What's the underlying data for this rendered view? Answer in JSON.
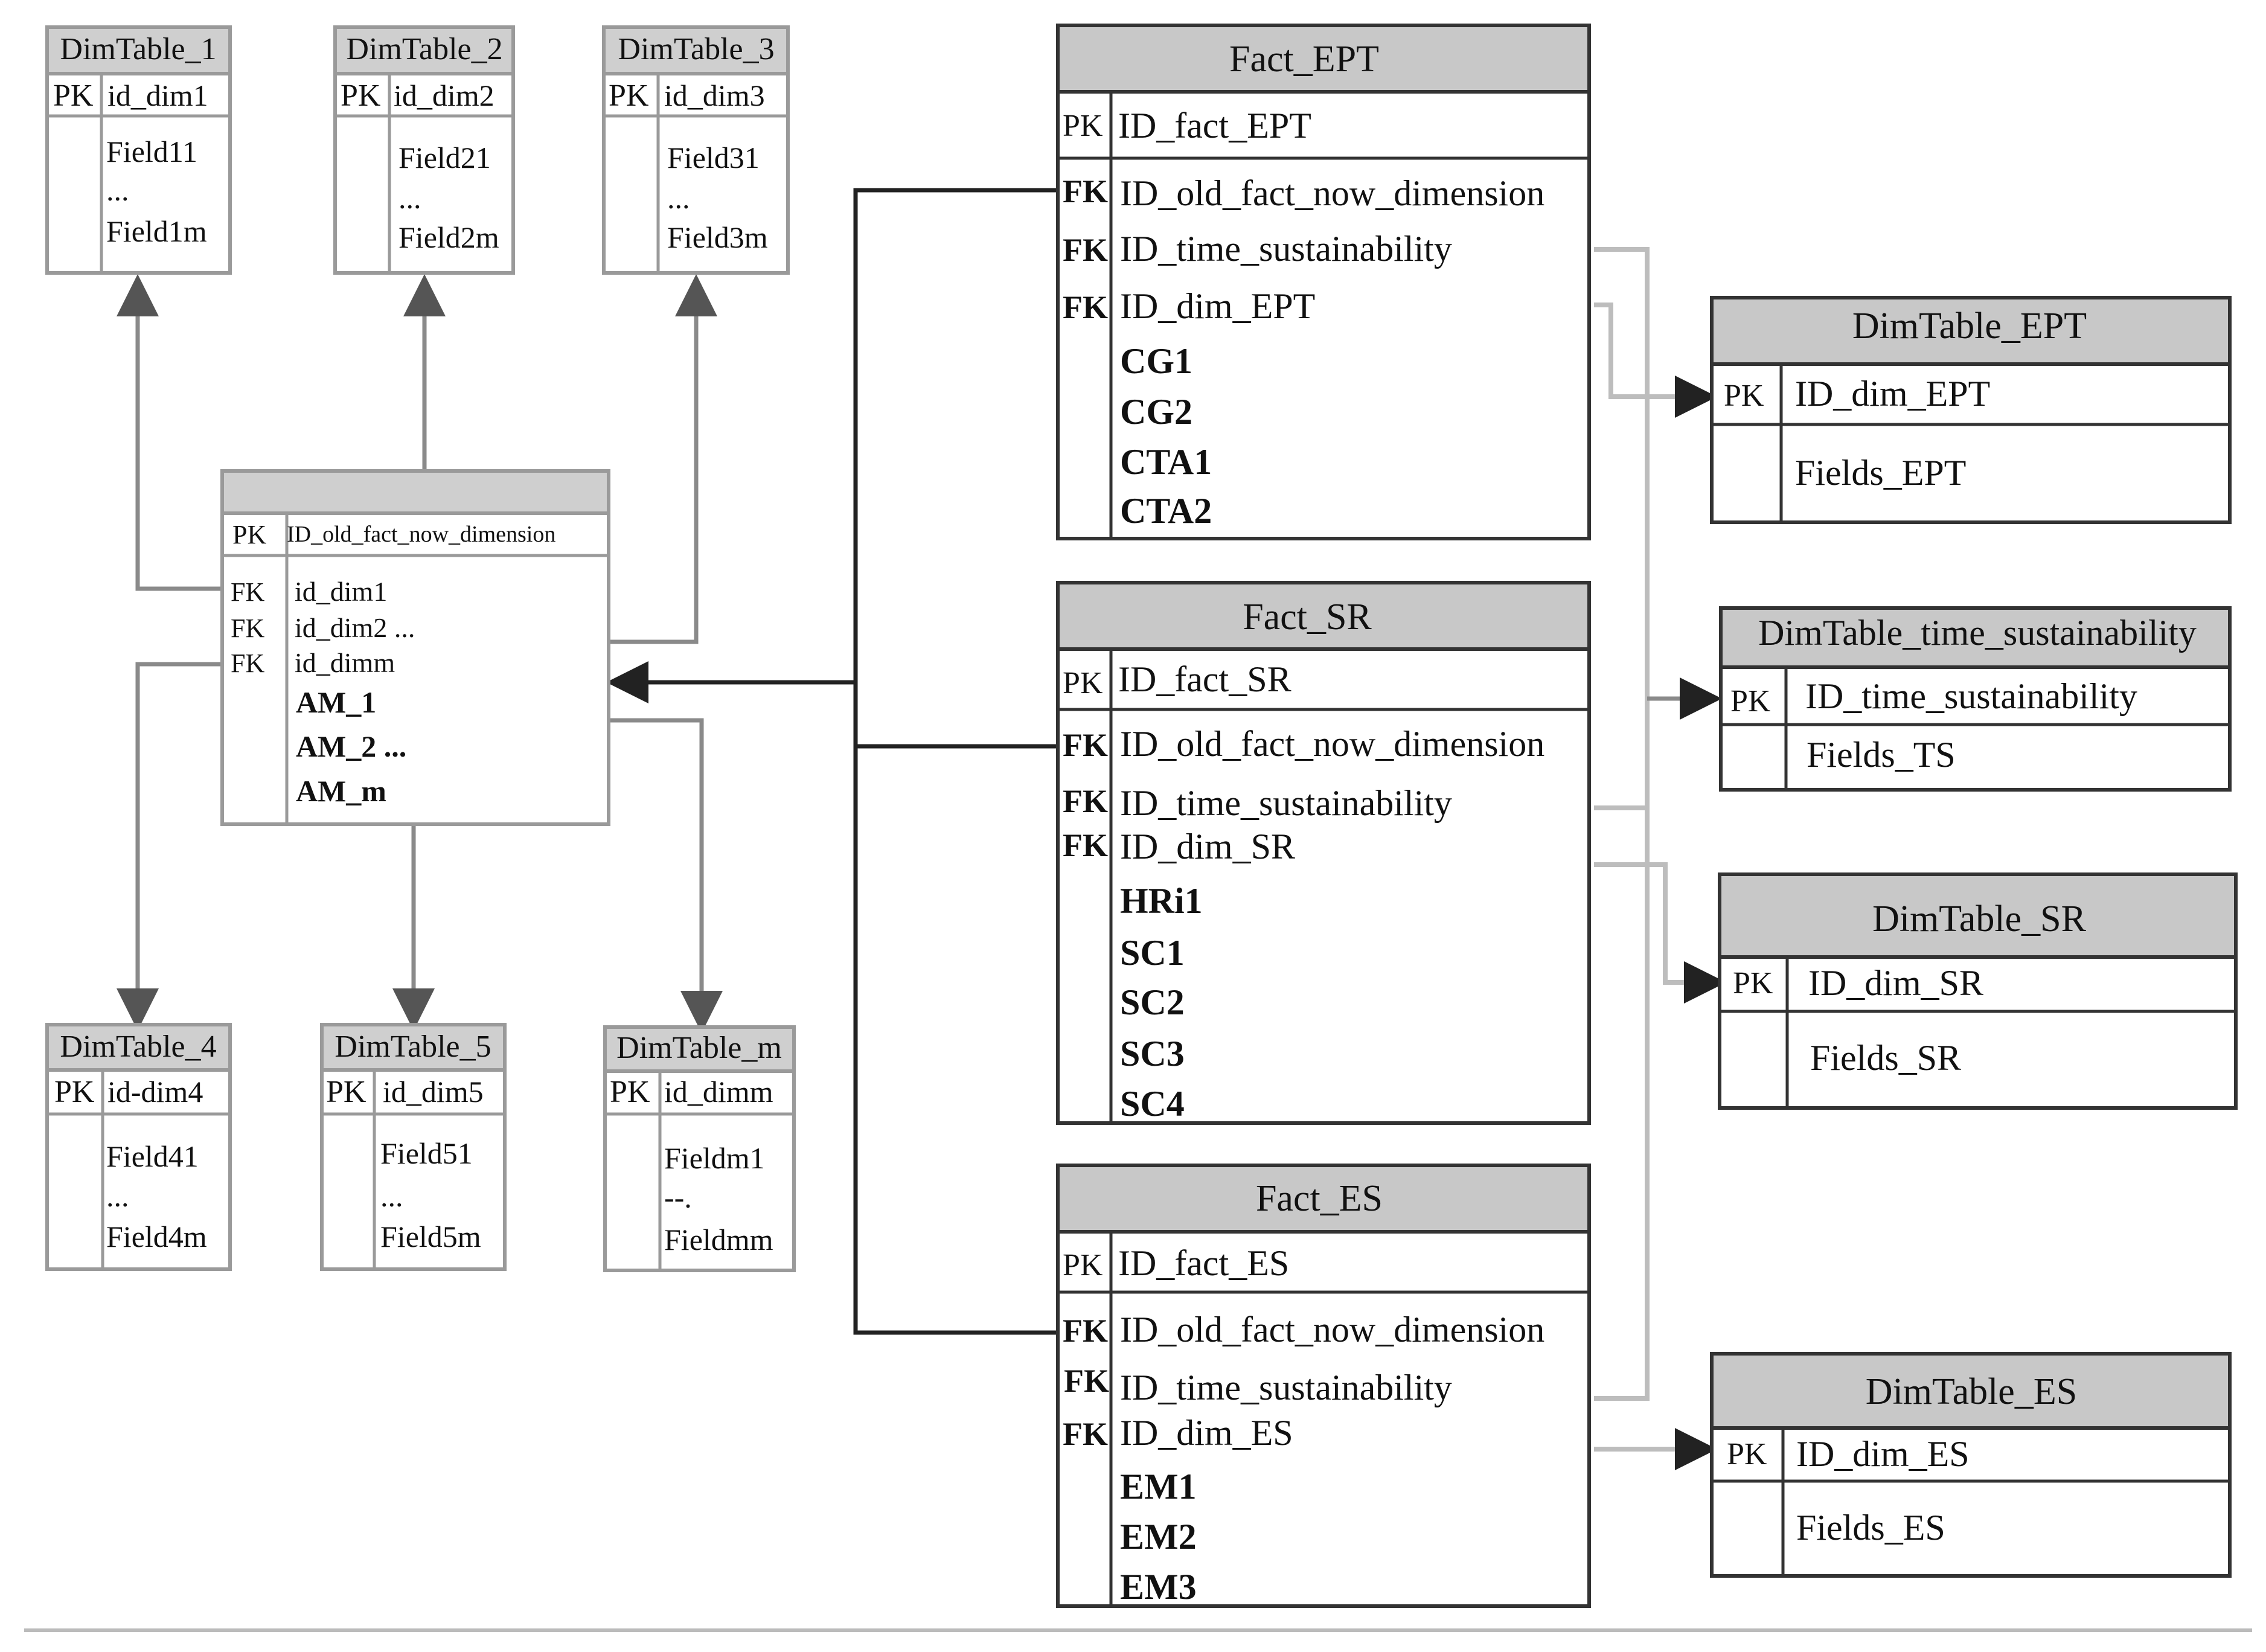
{
  "dim_tables_top": [
    {
      "title": "DimTable_1",
      "pk": "PK",
      "pk_field": "id_dim1",
      "fields": [
        "Field11",
        "...",
        "Field1m"
      ]
    },
    {
      "title": "DimTable_2",
      "pk": "PK",
      "pk_field": "id_dim2",
      "fields": [
        "Field21",
        "...",
        "Field2m"
      ]
    },
    {
      "title": "DimTable_3",
      "pk": "PK",
      "pk_field": "id_dim3",
      "fields": [
        "Field31",
        "...",
        "Field3m"
      ]
    }
  ],
  "dim_tables_bottom": [
    {
      "title": "DimTable_4",
      "pk": "PK",
      "pk_field": "id-dim4",
      "fields": [
        "Field41",
        "...",
        "Field4m"
      ]
    },
    {
      "title": "DimTable_5",
      "pk": "PK",
      "pk_field": "id_dim5",
      "fields": [
        "Field51",
        "...",
        "Field5m"
      ]
    },
    {
      "title": "DimTable_m",
      "pk": "PK",
      "pk_field": "id_dimm",
      "fields": [
        "Fieldm1",
        "--.",
        "Fieldmm"
      ]
    }
  ],
  "center_table": {
    "title": "",
    "pk": "PK",
    "pk_field": "ID_old_fact_now_dimension",
    "fk_labels": [
      "FK",
      "FK",
      "FK"
    ],
    "fk_fields": [
      "id_dim1",
      "id_dim2 ...",
      "id_dimm"
    ],
    "measures": [
      "AM_1",
      "AM_2 ...",
      "AM_m"
    ]
  },
  "fact_tables": [
    {
      "title": "Fact_EPT",
      "pk": "PK",
      "pk_field": "ID_fact_EPT",
      "fk_labels": [
        "FK",
        "FK",
        "FK"
      ],
      "fk_fields": [
        "ID_old_fact_now_dimension",
        "ID_time_sustainability",
        "ID_dim_EPT"
      ],
      "measures": [
        "CG1",
        "CG2",
        "CTA1",
        "CTA2"
      ]
    },
    {
      "title": "Fact_SR",
      "pk": "PK",
      "pk_field": "ID_fact_SR",
      "fk_labels": [
        "FK",
        "FK",
        "FK"
      ],
      "fk_fields": [
        "ID_old_fact_now_dimension",
        "ID_time_sustainability",
        "ID_dim_SR"
      ],
      "measures": [
        "HRi1",
        "SC1",
        "SC2",
        "SC3",
        "SC4"
      ]
    },
    {
      "title": "Fact_ES",
      "pk": "PK",
      "pk_field": "ID_fact_ES",
      "fk_labels": [
        "FK",
        "FK",
        "FK"
      ],
      "fk_fields": [
        "ID_old_fact_now_dimension",
        "ID_time_sustainability",
        "ID_dim_ES"
      ],
      "measures": [
        "EM1",
        "EM2",
        "EM3"
      ]
    }
  ],
  "right_dims": [
    {
      "title": "DimTable_EPT",
      "pk": "PK",
      "pk_field": "ID_dim_EPT",
      "fields": [
        "Fields_EPT"
      ]
    },
    {
      "title": "DimTable_time_sustainability",
      "pk": "PK",
      "pk_field": "ID_time_sustainability",
      "fields": [
        "Fields_TS"
      ]
    },
    {
      "title": "DimTable_SR",
      "pk": "PK",
      "pk_field": "ID_dim_SR",
      "fields": [
        "Fields_SR"
      ]
    },
    {
      "title": "DimTable_ES",
      "pk": "PK",
      "pk_field": "ID_dim_ES",
      "fields": [
        "Fields_ES"
      ]
    }
  ]
}
